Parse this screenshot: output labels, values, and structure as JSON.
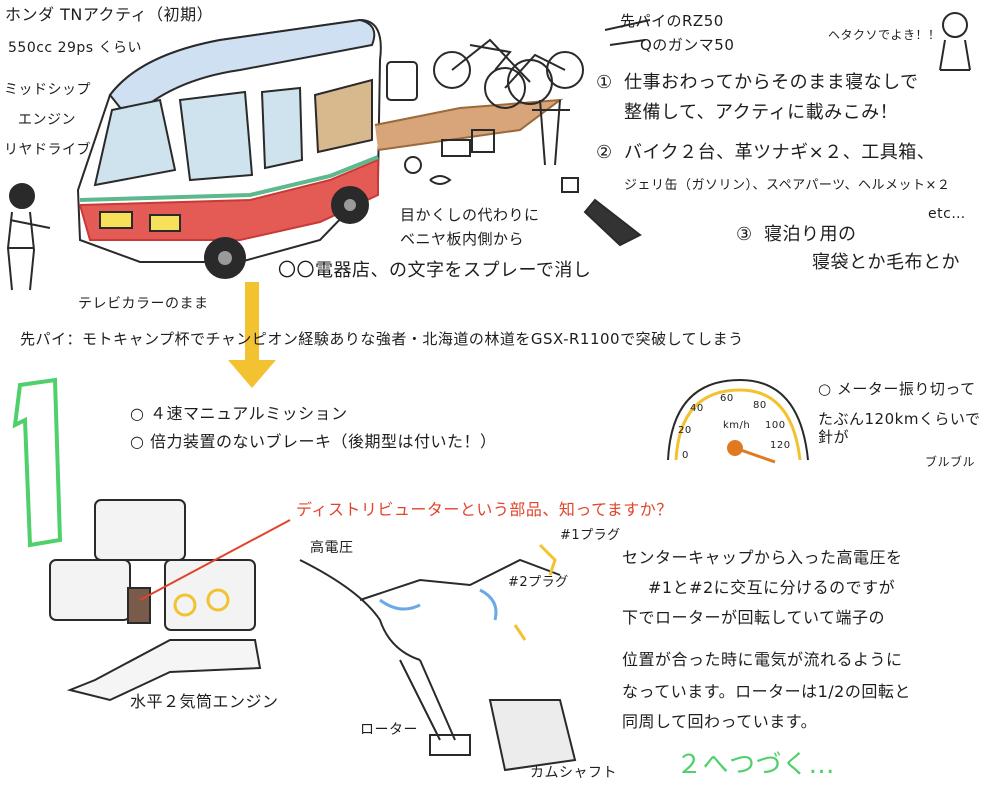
{
  "van": {
    "model": "ホンダ TNアクティ（初期）",
    "engine_spec": "550cc 29ps くらい",
    "layout_1": "ミッドシップ",
    "layout_2": "エンジン",
    "drive": "リヤドライブ",
    "plywood_note_1": "目かくしの代わりに",
    "plywood_note_2": "ベニヤ板内側から",
    "spray_note": "〇〇電器店、の文字をスプレーで消し",
    "tv_color_note": "テレビカラーのまま"
  },
  "senpai": {
    "bike_title": "先パイのRZ50",
    "bike_sub": "Qのガンマ50",
    "q_speech": "ヘタクソでよき！！",
    "plan_1a": "仕事おわってからそのまま寝なしで",
    "plan_1b": "整備して、アクティに載みこみ！",
    "plan_2a": "バイク２台、革ツナギ×２、工具箱、",
    "plan_2b": "ジェリ缶（ガソリン）、スペアパーツ、ヘルメット×２",
    "plan_2c": "etc…",
    "plan_3a": "寝泊り用の",
    "plan_3b": "寝袋とか毛布とか",
    "label_1": "①",
    "label_2": "②",
    "label_3": "③",
    "profile": "先パイ：モトキャンプ杯でチャンピオン経験ありな強者・北海道の林道をGSX-R1100で突破してしまう"
  },
  "specs": {
    "bullet_1": "４速マニュアルミッション",
    "bullet_2": "倍力装置のないブレーキ（後期型は付いた！）"
  },
  "meter": {
    "note_1": "メーター振り切って",
    "note_2": "たぶん120kmくらいで針が",
    "note_3": "ブルブル",
    "ticks": [
      "0",
      "20",
      "40",
      "60",
      "80",
      "100",
      "120"
    ],
    "unit": "km/h"
  },
  "big_number": "1",
  "engine": {
    "question": "ディストリビューターという部品、知ってますか？",
    "label": "水平２気筒エンジン",
    "high_voltage": "高電圧",
    "plug_1": "#1プラグ",
    "plug_2": "#2プラグ",
    "rotor": "ローター",
    "camshaft": "カムシャフト"
  },
  "explanation": [
    "センターキャップから入った高電圧を",
    "#1と#2に交互に分けるのですが",
    "下でローターが回転していて端子の",
    "位置が合った時に電気が流れるように",
    "なっています。ローターは1/2の回転と",
    "同周して回わっています。"
  ],
  "continue": "２へつづく…",
  "colors": {
    "ink": "#1e1e1e",
    "red": "#e0442a",
    "green": "#4fd06a",
    "yellow": "#f2c230",
    "blue": "#6aa9e6",
    "orange": "#e07a20"
  }
}
